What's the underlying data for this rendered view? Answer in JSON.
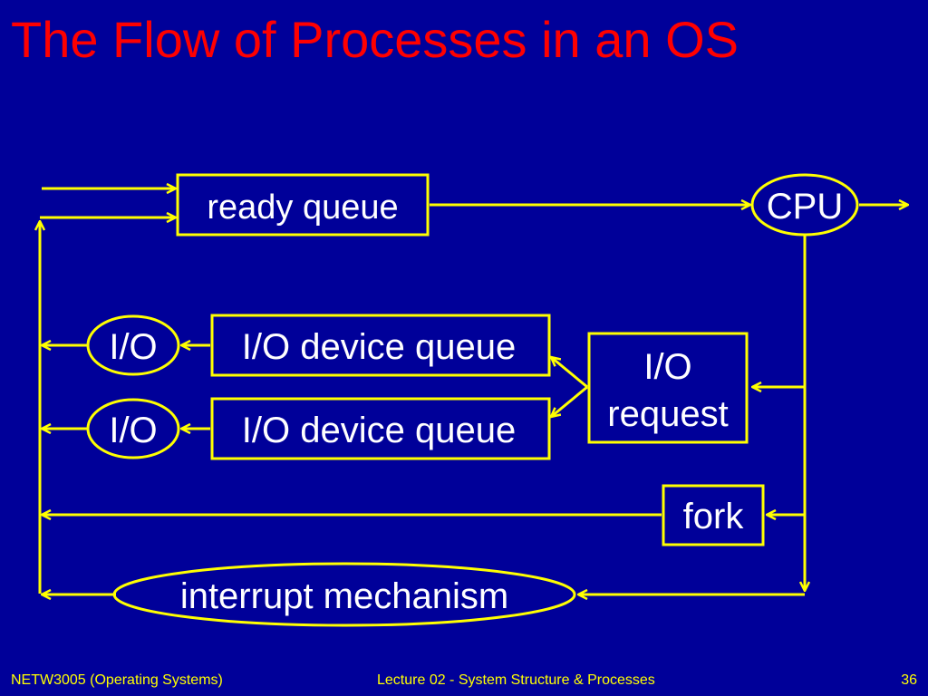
{
  "slide": {
    "title": "The Flow of Processes in an OS"
  },
  "diagram": {
    "nodes": {
      "ready_queue": "ready queue",
      "cpu": "CPU",
      "io_1": "I/O",
      "io_device_queue_1": "I/O device queue",
      "io_2": "I/O",
      "io_device_queue_2": "I/O device queue",
      "io_request_line1": "I/O",
      "io_request_line2": "request",
      "fork": "fork",
      "interrupt_mechanism": "interrupt mechanism"
    }
  },
  "footer": {
    "course": "NETW3005 (Operating Systems)",
    "lecture": "Lecture 02 - System Structure & Processes",
    "page_number": "36"
  },
  "colors": {
    "background": "#000099",
    "title": "#ff0000",
    "diagram": "#ffff00",
    "node_text": "#ffffff"
  }
}
